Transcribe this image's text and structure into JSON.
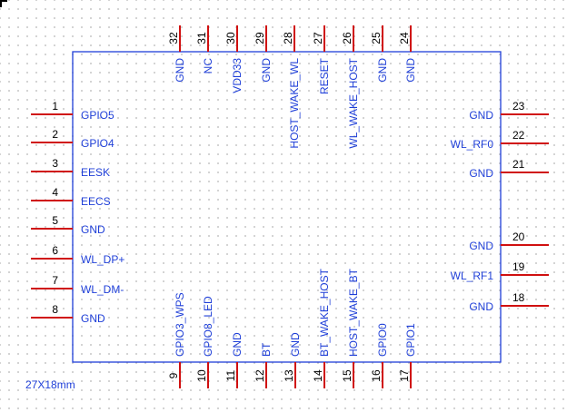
{
  "component": {
    "size_label": "27X18mm",
    "colors": {
      "body_outline": "#1f3fd8",
      "pin": "#d01010",
      "pin_name": "#1f3fd8",
      "pin_number": "#000000"
    },
    "left_pins": [
      {
        "number": "1",
        "name": "GPIO5"
      },
      {
        "number": "2",
        "name": "GPIO4"
      },
      {
        "number": "3",
        "name": "EESK"
      },
      {
        "number": "4",
        "name": "EECS"
      },
      {
        "number": "5",
        "name": "GND"
      },
      {
        "number": "6",
        "name": "WL_DP+"
      },
      {
        "number": "7",
        "name": "WL_DM-"
      },
      {
        "number": "8",
        "name": "GND"
      }
    ],
    "right_pins": [
      {
        "number": "23",
        "name": "GND"
      },
      {
        "number": "22",
        "name": "WL_RF0"
      },
      {
        "number": "21",
        "name": "GND"
      },
      {
        "number": "20",
        "name": "GND"
      },
      {
        "number": "19",
        "name": "WL_RF1"
      },
      {
        "number": "18",
        "name": "GND"
      }
    ],
    "top_pins": [
      {
        "number": "32",
        "name": "GND"
      },
      {
        "number": "31",
        "name": "NC"
      },
      {
        "number": "30",
        "name": "VDD33"
      },
      {
        "number": "29",
        "name": "GND"
      },
      {
        "number": "28",
        "name": "HOST_WAKE_WL"
      },
      {
        "number": "27",
        "name": "RESET"
      },
      {
        "number": "26",
        "name": "WL_WAKE_HOST"
      },
      {
        "number": "25",
        "name": "GND"
      },
      {
        "number": "24",
        "name": "GND"
      }
    ],
    "bottom_pins": [
      {
        "number": "9",
        "name": "GPIO3_WPS"
      },
      {
        "number": "10",
        "name": "GPIO8_LED"
      },
      {
        "number": "11",
        "name": "GND"
      },
      {
        "number": "12",
        "name": "BT"
      },
      {
        "number": "13",
        "name": "GND"
      },
      {
        "number": "14",
        "name": "BT_WAKE_HOST"
      },
      {
        "number": "15",
        "name": "HOST_WAKE_BT"
      },
      {
        "number": "16",
        "name": "GPIO0"
      },
      {
        "number": "17",
        "name": "GPIO1"
      }
    ]
  }
}
